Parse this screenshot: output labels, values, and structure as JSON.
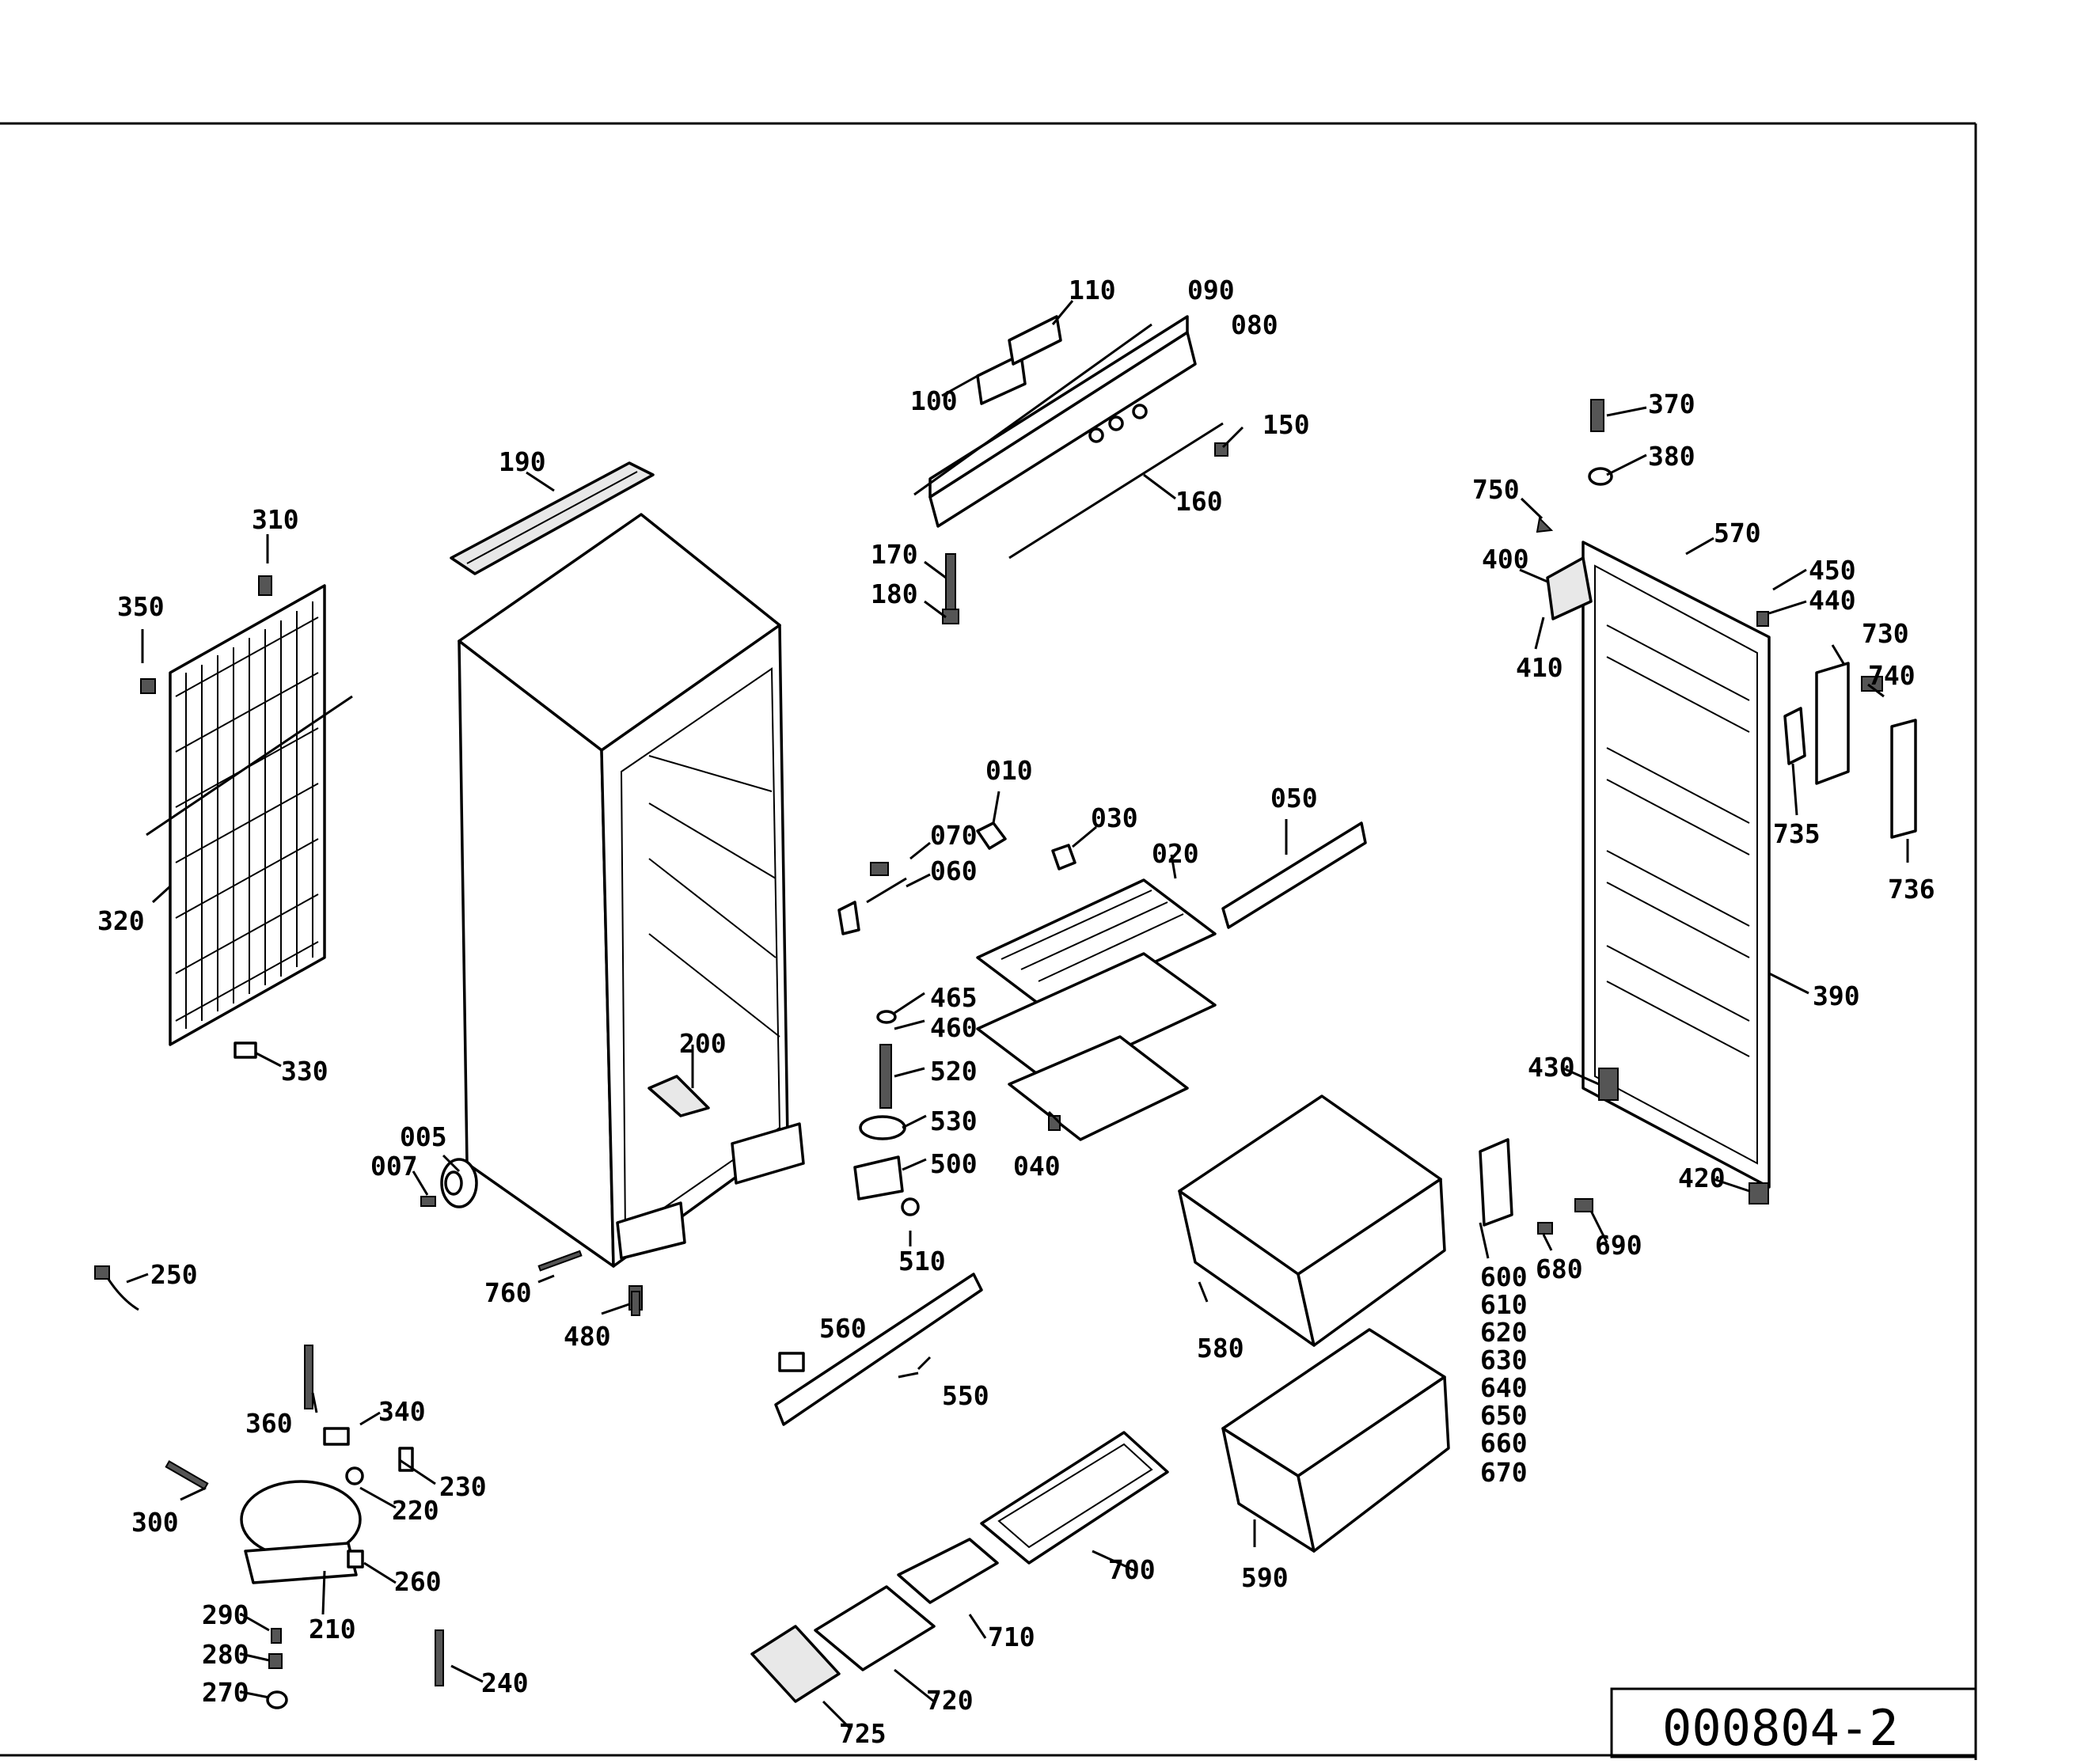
{
  "drawing": {
    "document_number": "000804-2",
    "part_labels": [
      "005",
      "007",
      "010",
      "020",
      "030",
      "040",
      "050",
      "060",
      "070",
      "080",
      "090",
      "100",
      "110",
      "150",
      "160",
      "170",
      "180",
      "190",
      "200",
      "210",
      "220",
      "230",
      "240",
      "250",
      "260",
      "270",
      "280",
      "290",
      "300",
      "310",
      "320",
      "330",
      "340",
      "350",
      "360",
      "370",
      "380",
      "390",
      "400",
      "410",
      "420",
      "430",
      "440",
      "450",
      "460",
      "465",
      "480",
      "500",
      "510",
      "520",
      "530",
      "550",
      "560",
      "570",
      "580",
      "590",
      "600",
      "610",
      "620",
      "630",
      "640",
      "650",
      "660",
      "670",
      "680",
      "690",
      "700",
      "710",
      "720",
      "725",
      "730",
      "735",
      "736",
      "740",
      "750",
      "760"
    ]
  }
}
